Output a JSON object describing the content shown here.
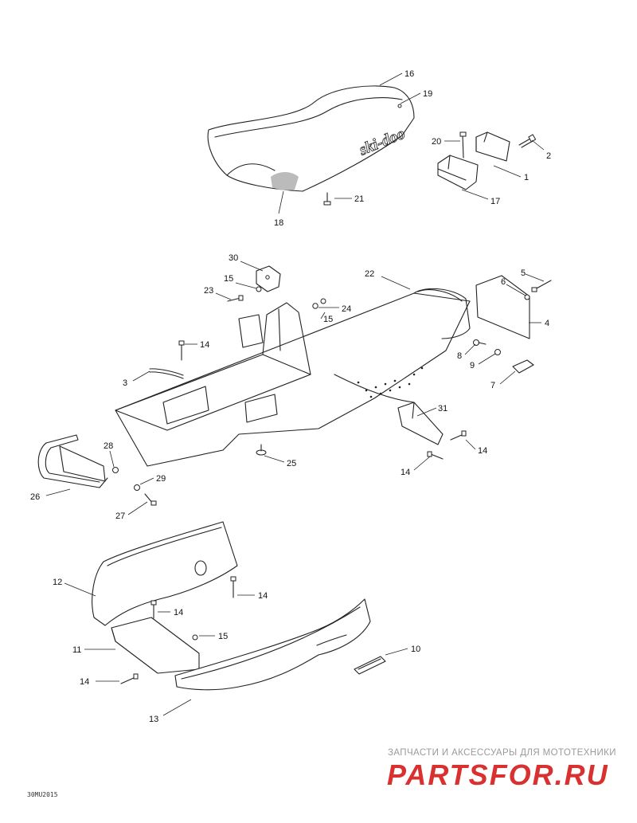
{
  "callouts": [
    {
      "id": "c16",
      "label": "16"
    },
    {
      "id": "c19",
      "label": "19"
    },
    {
      "id": "c20",
      "label": "20"
    },
    {
      "id": "c2",
      "label": "2"
    },
    {
      "id": "c1",
      "label": "1"
    },
    {
      "id": "c17",
      "label": "17"
    },
    {
      "id": "c21",
      "label": "21"
    },
    {
      "id": "c18",
      "label": "18"
    },
    {
      "id": "c30",
      "label": "30"
    },
    {
      "id": "c22",
      "label": "22"
    },
    {
      "id": "c15a",
      "label": "15"
    },
    {
      "id": "c23",
      "label": "23"
    },
    {
      "id": "c24",
      "label": "24"
    },
    {
      "id": "c15b",
      "label": "15"
    },
    {
      "id": "c5",
      "label": "5"
    },
    {
      "id": "c6",
      "label": "6"
    },
    {
      "id": "c4",
      "label": "4"
    },
    {
      "id": "c14a",
      "label": "14"
    },
    {
      "id": "c8",
      "label": "8"
    },
    {
      "id": "c9",
      "label": "9"
    },
    {
      "id": "c3",
      "label": "3"
    },
    {
      "id": "c7",
      "label": "7"
    },
    {
      "id": "c31",
      "label": "31"
    },
    {
      "id": "c14b",
      "label": "14"
    },
    {
      "id": "c14c",
      "label": "14"
    },
    {
      "id": "c25",
      "label": "25"
    },
    {
      "id": "c28",
      "label": "28"
    },
    {
      "id": "c29",
      "label": "29"
    },
    {
      "id": "c26",
      "label": "26"
    },
    {
      "id": "c27",
      "label": "27"
    },
    {
      "id": "c12",
      "label": "12"
    },
    {
      "id": "c14d",
      "label": "14"
    },
    {
      "id": "c14e",
      "label": "14"
    },
    {
      "id": "c11",
      "label": "11"
    },
    {
      "id": "c15c",
      "label": "15"
    },
    {
      "id": "c10",
      "label": "10"
    },
    {
      "id": "c14f",
      "label": "14"
    },
    {
      "id": "c13",
      "label": "13"
    }
  ],
  "seat_logo": "ski-doo",
  "watermark": {
    "tagline": "ЗАПЧАСТИ И АКСЕССУАРЫ ДЛЯ МОТОТЕХНИКИ",
    "brand": "PARTSFOR.RU",
    "brand_color": "#d93030"
  },
  "drawing_code": "30MU2015"
}
